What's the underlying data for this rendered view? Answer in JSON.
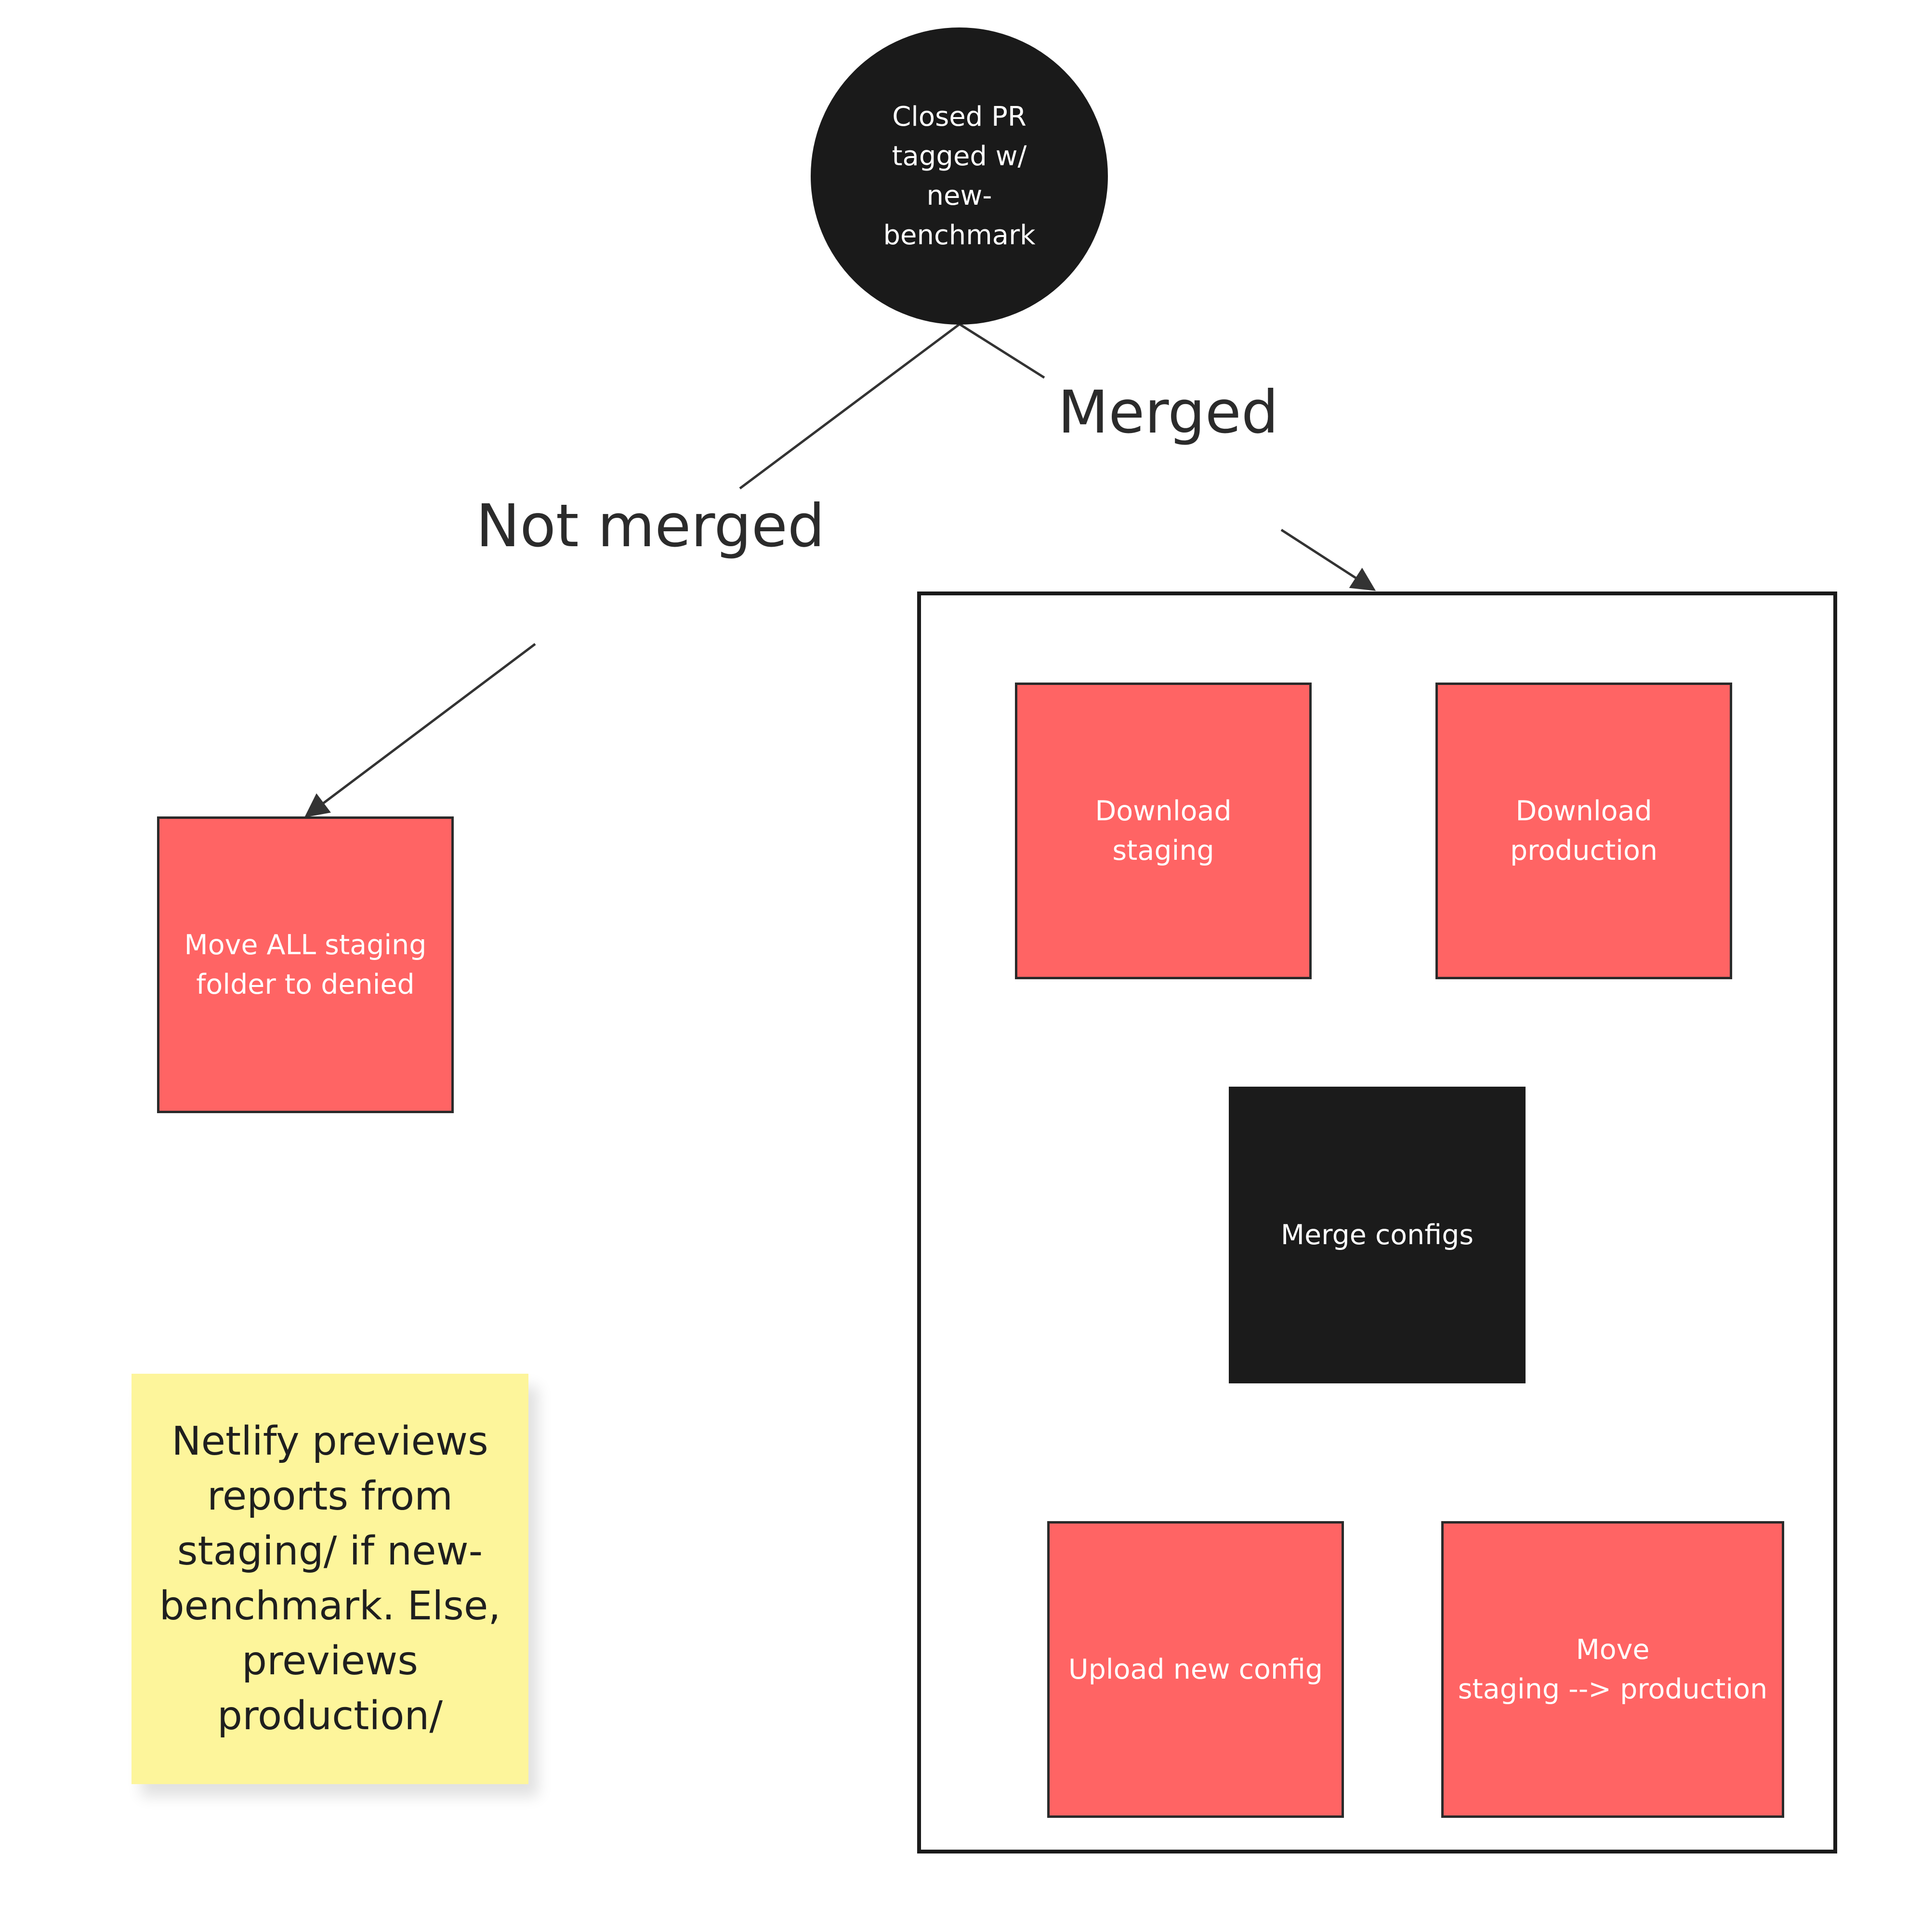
{
  "nodes": {
    "start": "Closed PR\ntagged w/\nnew-\nbenchmark",
    "move_denied": "Move ALL staging\nfolder to denied",
    "download_staging": "Download\nstaging",
    "download_production": "Download\nproduction",
    "merge_configs": "Merge configs",
    "upload_config": "Upload new config",
    "move_production": "Move\nstaging --> production"
  },
  "edge_labels": {
    "merged": "Merged",
    "not_merged": "Not merged"
  },
  "sticky_note": "Netlify previews reports from staging/ if new-benchmark. Else, previews production/",
  "colors": {
    "red_box": "#ff6464",
    "dark_node": "#1b1b1b",
    "sticky": "#fdf59b",
    "line": "#333333"
  }
}
